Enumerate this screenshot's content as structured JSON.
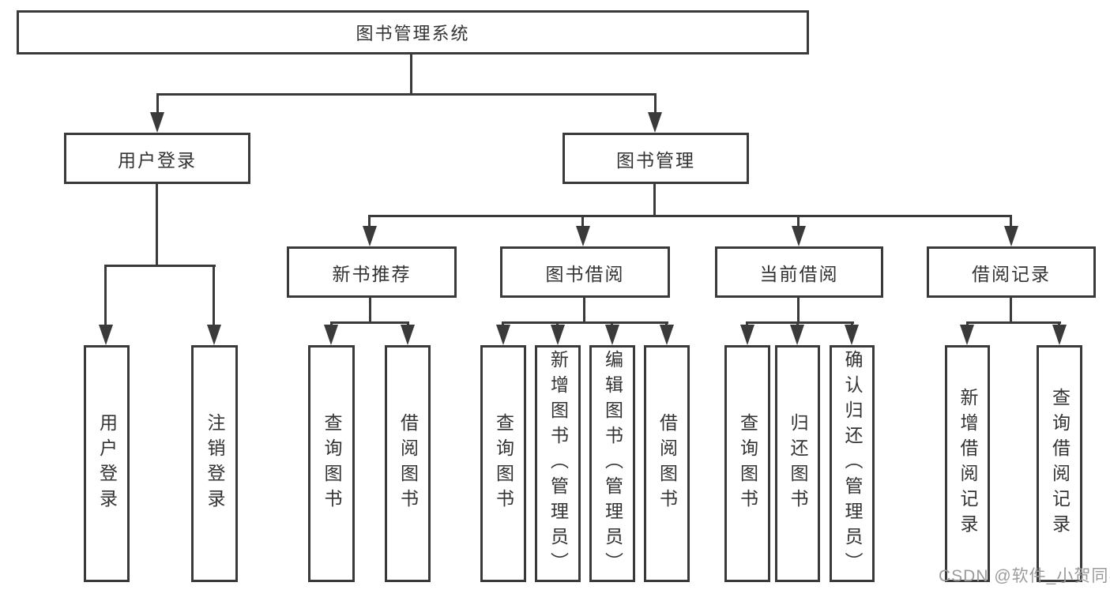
{
  "diagram": {
    "root": {
      "label": "图书管理系统"
    },
    "level2": [
      {
        "label": "用户登录"
      },
      {
        "label": "图书管理"
      }
    ],
    "level3": [
      {
        "label": "新书推荐",
        "parent": "图书管理"
      },
      {
        "label": "图书借阅",
        "parent": "图书管理"
      },
      {
        "label": "当前借阅",
        "parent": "图书管理"
      },
      {
        "label": "借阅记录",
        "parent": "图书管理"
      }
    ],
    "leaves": [
      {
        "label": "用户登录",
        "parent": "用户登录"
      },
      {
        "label": "注销登录",
        "parent": "用户登录"
      },
      {
        "label": "查询图书",
        "parent": "新书推荐"
      },
      {
        "label": "借阅图书",
        "parent": "新书推荐"
      },
      {
        "label": "查询图书",
        "parent": "图书借阅"
      },
      {
        "label": "新增图书（管理员）",
        "parent": "图书借阅"
      },
      {
        "label": "编辑图书（管理员）",
        "parent": "图书借阅"
      },
      {
        "label": "借阅图书",
        "parent": "图书借阅"
      },
      {
        "label": "查询图书",
        "parent": "当前借阅"
      },
      {
        "label": "归还图书",
        "parent": "当前借阅"
      },
      {
        "label": "确认归还（管理员）",
        "parent": "当前借阅"
      },
      {
        "label": "新增借阅记录",
        "parent": "借阅记录"
      },
      {
        "label": "查询借阅记录",
        "parent": "借阅记录"
      }
    ]
  },
  "watermark": {
    "text": "CSDN @软件_小贺同学"
  },
  "colors": {
    "line": "#3a3a3a",
    "text": "#333333",
    "background": "#ffffff",
    "watermark": "#9b9b9b"
  }
}
